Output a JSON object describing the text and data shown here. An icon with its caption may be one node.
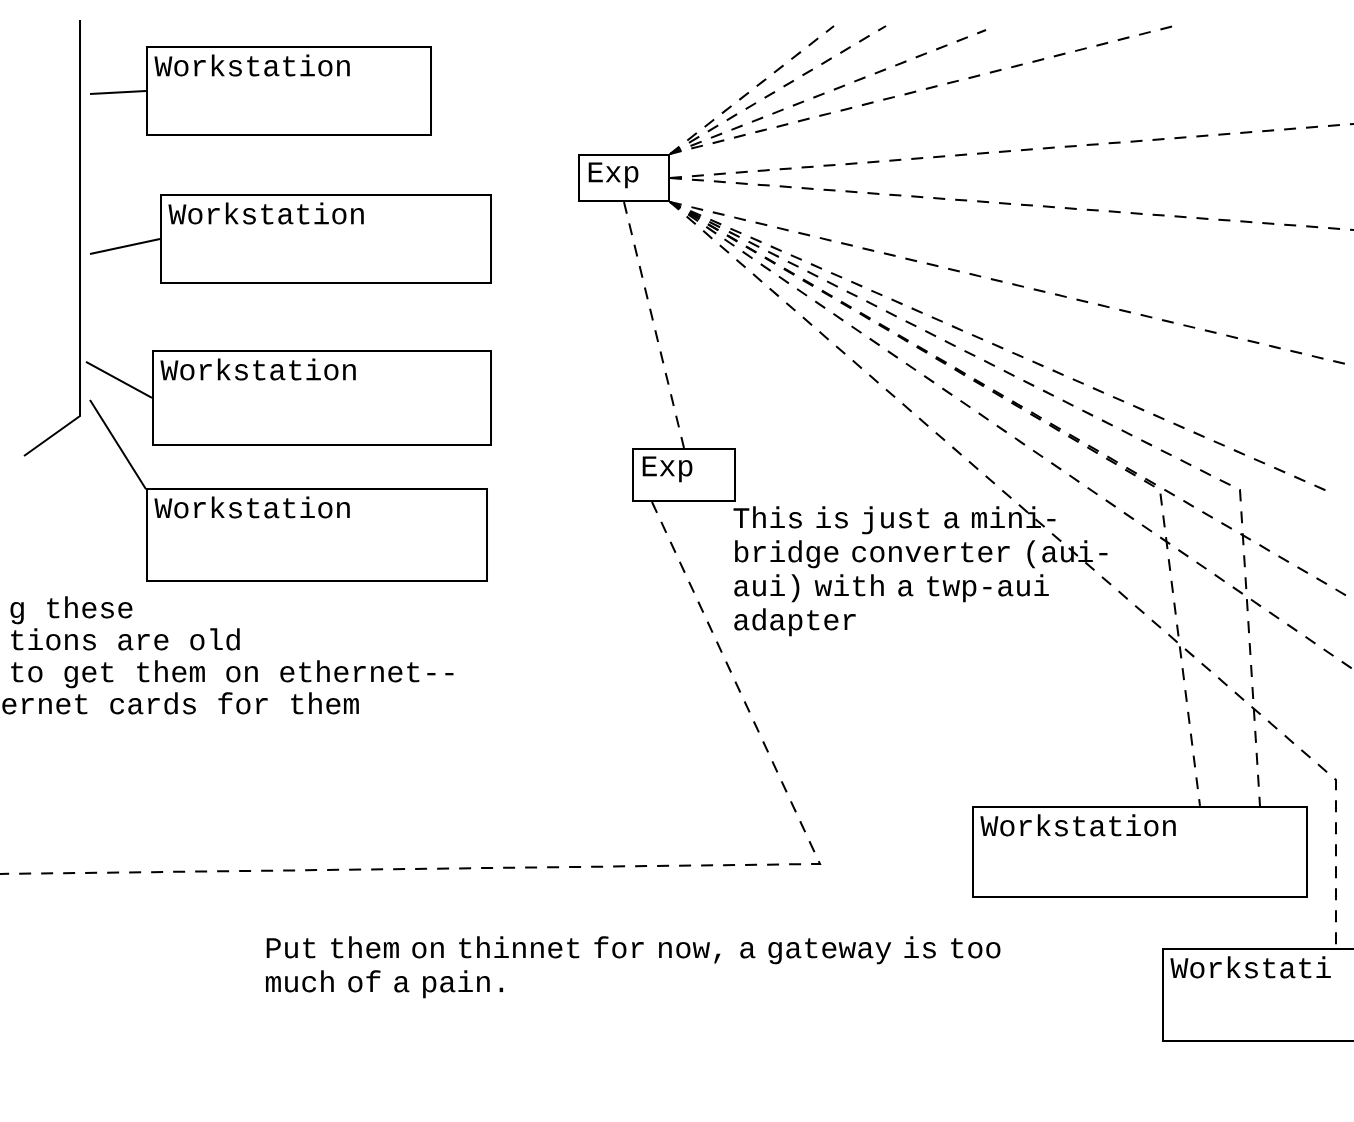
{
  "diagram": {
    "nodes": [
      {
        "text": [
          "Workstation"
        ]
      },
      {
        "text": [
          "Workstation"
        ]
      },
      {
        "text": [
          "Workstation"
        ]
      },
      {
        "text": [
          "Workstation"
        ]
      },
      {
        "text": [
          "Exp"
        ]
      },
      {
        "text": [
          "Exp"
        ]
      },
      {
        "text": [
          "Workstation"
        ]
      },
      {
        "text": [
          "Workstati"
        ]
      }
    ],
    "edges": [
      {
        "from": null,
        "to": 0,
        "arrow": "none"
      },
      {
        "from": null,
        "to": 1,
        "arrow": "none"
      },
      {
        "from": null,
        "to": 2,
        "arrow": "none"
      },
      {
        "from": null,
        "to": 3,
        "arrow": "none"
      },
      {
        "from": 4,
        "to": 5,
        "arrow": "none",
        "style": "dashed"
      },
      {
        "from": 4,
        "to": null,
        "arrow": "none",
        "style": "dashed"
      },
      {
        "from": 4,
        "to": null,
        "arrow": "none",
        "style": "dashed"
      },
      {
        "from": 4,
        "to": null,
        "arrow": "none",
        "style": "dashed"
      },
      {
        "from": 4,
        "to": null,
        "arrow": "none",
        "style": "dashed"
      },
      {
        "from": 4,
        "to": null,
        "arrow": "none",
        "style": "dashed"
      },
      {
        "from": 4,
        "to": null,
        "arrow": "none",
        "style": "dashed"
      },
      {
        "from": 4,
        "to": null,
        "arrow": "none",
        "style": "dashed"
      },
      {
        "from": 4,
        "to": null,
        "arrow": "none",
        "style": "dashed"
      },
      {
        "from": 4,
        "to": null,
        "arrow": "none",
        "style": "dashed"
      },
      {
        "from": 4,
        "to": null,
        "arrow": "none",
        "style": "dashed"
      },
      {
        "from": 4,
        "to": 6,
        "arrow": "none",
        "style": "dashed"
      },
      {
        "from": 4,
        "to": 6,
        "arrow": "none",
        "style": "dashed"
      },
      {
        "from": 4,
        "to": 7,
        "arrow": "none",
        "style": "dashed"
      },
      {
        "from": 5,
        "to": null,
        "arrow": "none",
        "style": "dashed"
      }
    ],
    "labels": [
      "This is just a mini-bridge converter (aui-aui) with a twp-aui adapter",
      "g these",
      "tions are old",
      "to get them on ethernet--",
      "ernet cards for them",
      "Put them on thinnet for now, a gateway is too much of a pain."
    ]
  }
}
